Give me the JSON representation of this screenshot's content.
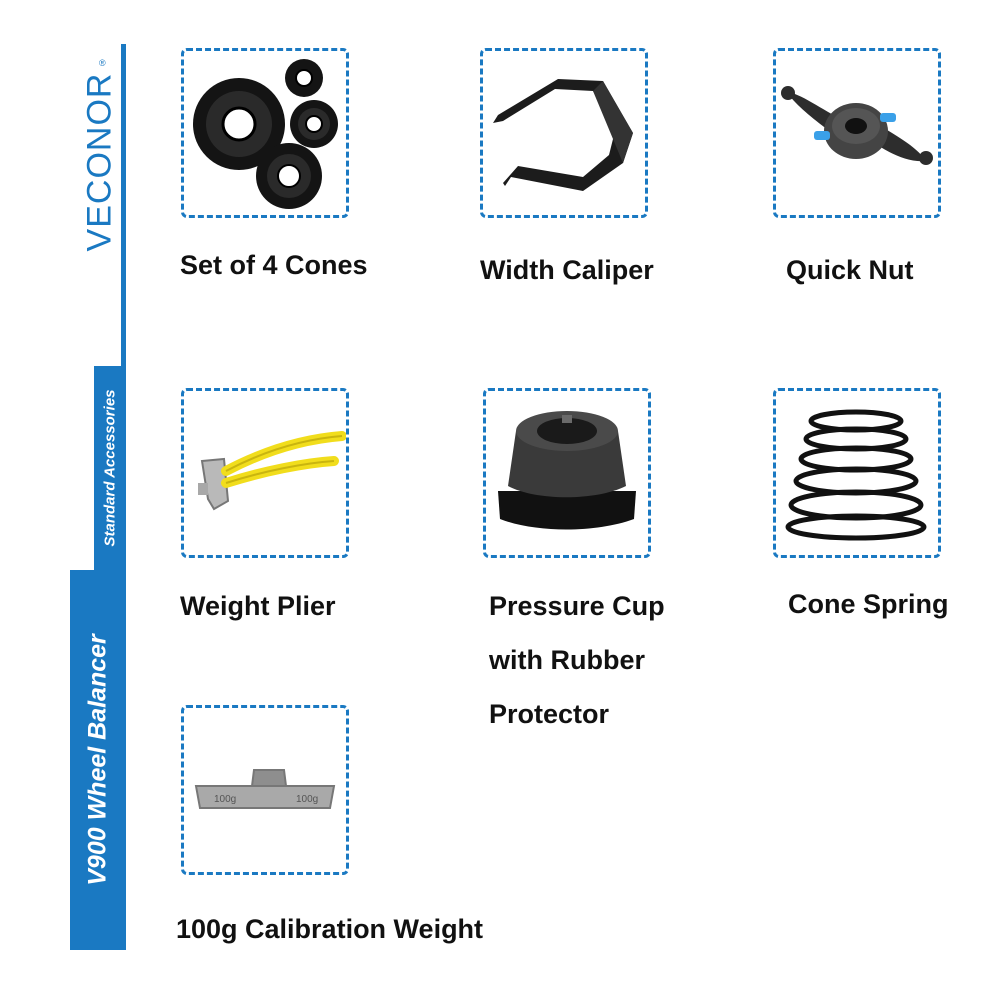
{
  "brand": {
    "name": "VECONOR",
    "registered": "®"
  },
  "sidebar": {
    "title": "V900 Wheel Balancer",
    "subtitle": "Standard Accessories"
  },
  "colors": {
    "accent": "#1a79c2",
    "text": "#111111"
  },
  "accessories": [
    {
      "icon": "cones-icon",
      "label": "Set of 4 Cones"
    },
    {
      "icon": "caliper-icon",
      "label": "Width Caliper"
    },
    {
      "icon": "quick-nut-icon",
      "label": "Quick Nut"
    },
    {
      "icon": "plier-icon",
      "label": "Weight Plier"
    },
    {
      "icon": "pressure-cup-icon",
      "label_lines": [
        "Pressure Cup",
        "with Rubber",
        "Protector"
      ]
    },
    {
      "icon": "spring-icon",
      "label": "Cone Spring"
    },
    {
      "icon": "weight-icon",
      "label": "100g Calibration Weight",
      "engraving": "100g"
    }
  ]
}
